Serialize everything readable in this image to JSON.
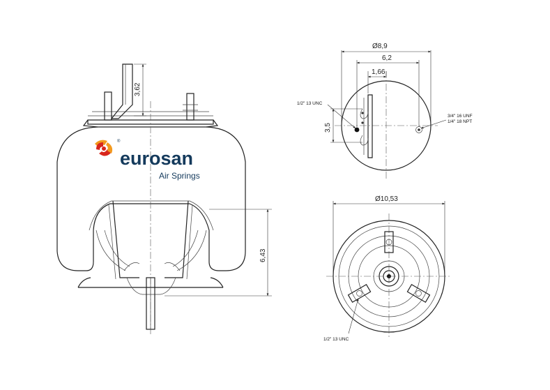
{
  "brand": {
    "name": "eurosan",
    "subtitle": "Air Springs",
    "registered": "®",
    "colors": {
      "text": "#143a5c",
      "mark_red": "#d8261c",
      "mark_orange": "#f39a1e"
    }
  },
  "side_view": {
    "dim_stud_height": "3,62",
    "dim_piston_height": "6,43"
  },
  "top_view": {
    "dim_outer": "Ø8,9",
    "dim_offset": "6,2",
    "dim_small": "1,66",
    "dim_vertical": "3,5",
    "note_left": "1/2\" 13 UNC",
    "note_right_1": "3/4\" 16 UNF",
    "note_right_2": "1/4\" 18 NPT"
  },
  "bottom_view": {
    "dim_outer": "Ø10,53",
    "note_bottom": "1/2\" 13 UNC"
  }
}
